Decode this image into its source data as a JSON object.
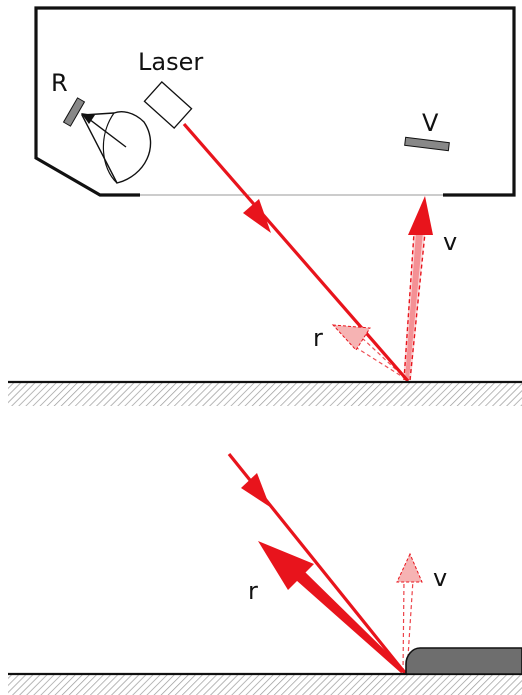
{
  "labels": {
    "laser": "Laser",
    "receiver": "R",
    "visible_detector": "V",
    "reflected_top": "r",
    "visible_top": "v",
    "reflected_bottom": "r",
    "visible_bottom": "v"
  },
  "colors": {
    "beam": "#e8141c",
    "beam_faint": "#f6b3b3",
    "outline": "#111111",
    "detector": "#888888",
    "hatch": "#9a9a9a",
    "step": "#6e6e6e"
  }
}
